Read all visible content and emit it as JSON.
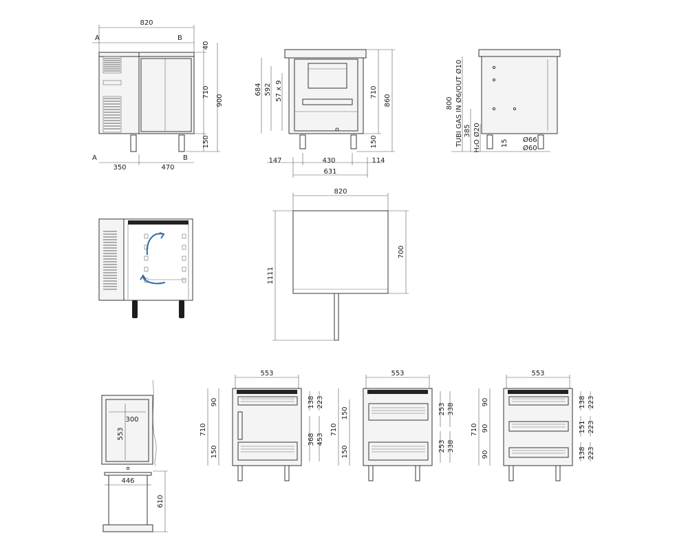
{
  "front_view": {
    "width_total": "820",
    "height_top": "40",
    "height_body": "710",
    "height_total": "900",
    "height_legs": "150",
    "width_left": "350",
    "width_right": "470",
    "section_a": "A",
    "section_b": "B"
  },
  "side_view": {
    "h_684": "684",
    "h_592": "592",
    "rails": "57 x 9",
    "h_710": "710",
    "h_860": "860",
    "h_150": "150",
    "w_147": "147",
    "w_430": "430",
    "w_114": "114",
    "w_631": "631"
  },
  "rear_view": {
    "label_main": "TUBI GAS IN Ø6/OUT Ø10",
    "label_h2o": "H₂O Ø20",
    "h_800": "800",
    "h_385": "385",
    "h_15": "15",
    "d_66": "Ø66",
    "d_60": "Ø60"
  },
  "plan_view": {
    "w_820": "820",
    "d_700": "700",
    "d_1111": "1111"
  },
  "gn_view": {
    "w_300": "300",
    "h_553": "553",
    "w_446": "446",
    "h_610": "610"
  },
  "drawer_views": [
    {
      "w_553": "553",
      "h_710": "710",
      "h_90": "90",
      "h_150": "150",
      "r1": "138",
      "r2": "223",
      "r3": "368",
      "r4": "453"
    },
    {
      "w_553": "553",
      "h_710": "710",
      "h_150a": "150",
      "h_150b": "150",
      "r1": "253",
      "r2": "338",
      "r3": "253",
      "r4": "338"
    },
    {
      "w_553": "553",
      "h_710": "710",
      "h_90a": "90",
      "h_90b": "90",
      "h_90c": "90",
      "r1": "138",
      "r2": "223",
      "r3": "151",
      "r4": "223",
      "r5": "138",
      "r6": "223"
    }
  ]
}
